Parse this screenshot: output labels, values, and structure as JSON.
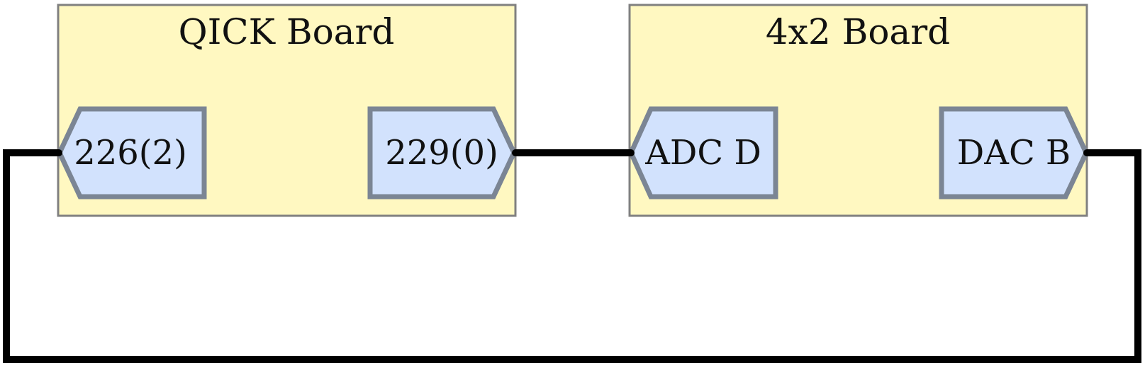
{
  "colors": {
    "board_fill": "#fff8c1",
    "board_stroke": "#808080",
    "port_fill": "#d2e2fd",
    "port_stroke": "#7b8594",
    "wire": "#000000"
  },
  "boards": [
    {
      "title": "QICK Board",
      "ports": [
        {
          "label": "226(2)",
          "direction": "left"
        },
        {
          "label": "229(0)",
          "direction": "right"
        }
      ]
    },
    {
      "title": "4x2 Board",
      "ports": [
        {
          "label": "ADC D",
          "direction": "left"
        },
        {
          "label": "DAC B",
          "direction": "right"
        }
      ]
    }
  ],
  "connections": [
    {
      "from": "229(0)",
      "to": "ADC D"
    },
    {
      "from": "DAC B",
      "to": "226(2)",
      "route": "loop-below"
    }
  ]
}
